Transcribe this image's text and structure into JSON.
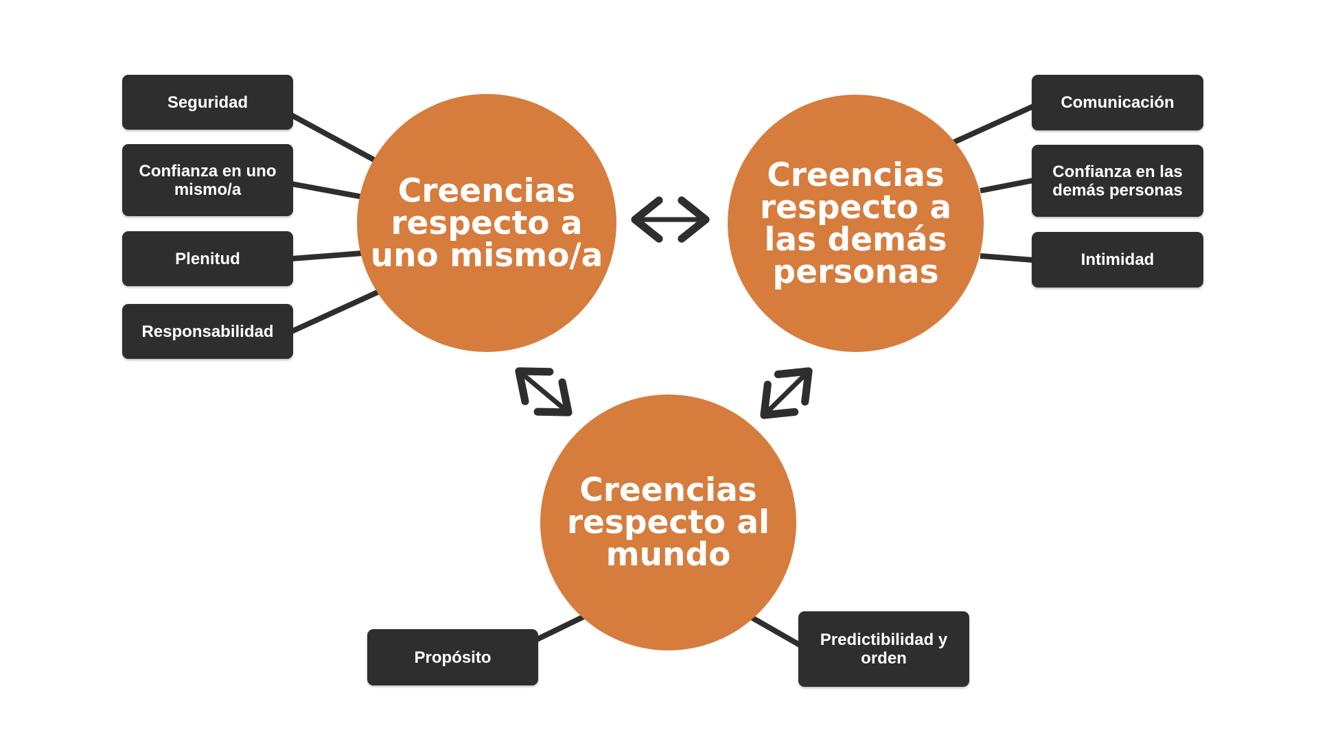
{
  "colors": {
    "circle": "#d67c3d",
    "box": "#2e2e2e",
    "line": "#2e2e2e",
    "text": "#ffffff",
    "background": "#ffffff"
  },
  "circles": {
    "self": "Creencias\nrespecto a\nuno mismo/a",
    "others": "Creencias\nrespecto a\nlas demás\npersonas",
    "world": "Creencias\nrespecto al\nmundo"
  },
  "self_items": [
    "Seguridad",
    "Confianza en uno\nmismo/a",
    "Plenitud",
    "Responsabilidad"
  ],
  "others_items": [
    "Comunicación",
    "Confianza en las\ndemás personas",
    "Intimidad"
  ],
  "world_items": [
    "Propósito",
    "Predictibilidad y\norden"
  ]
}
